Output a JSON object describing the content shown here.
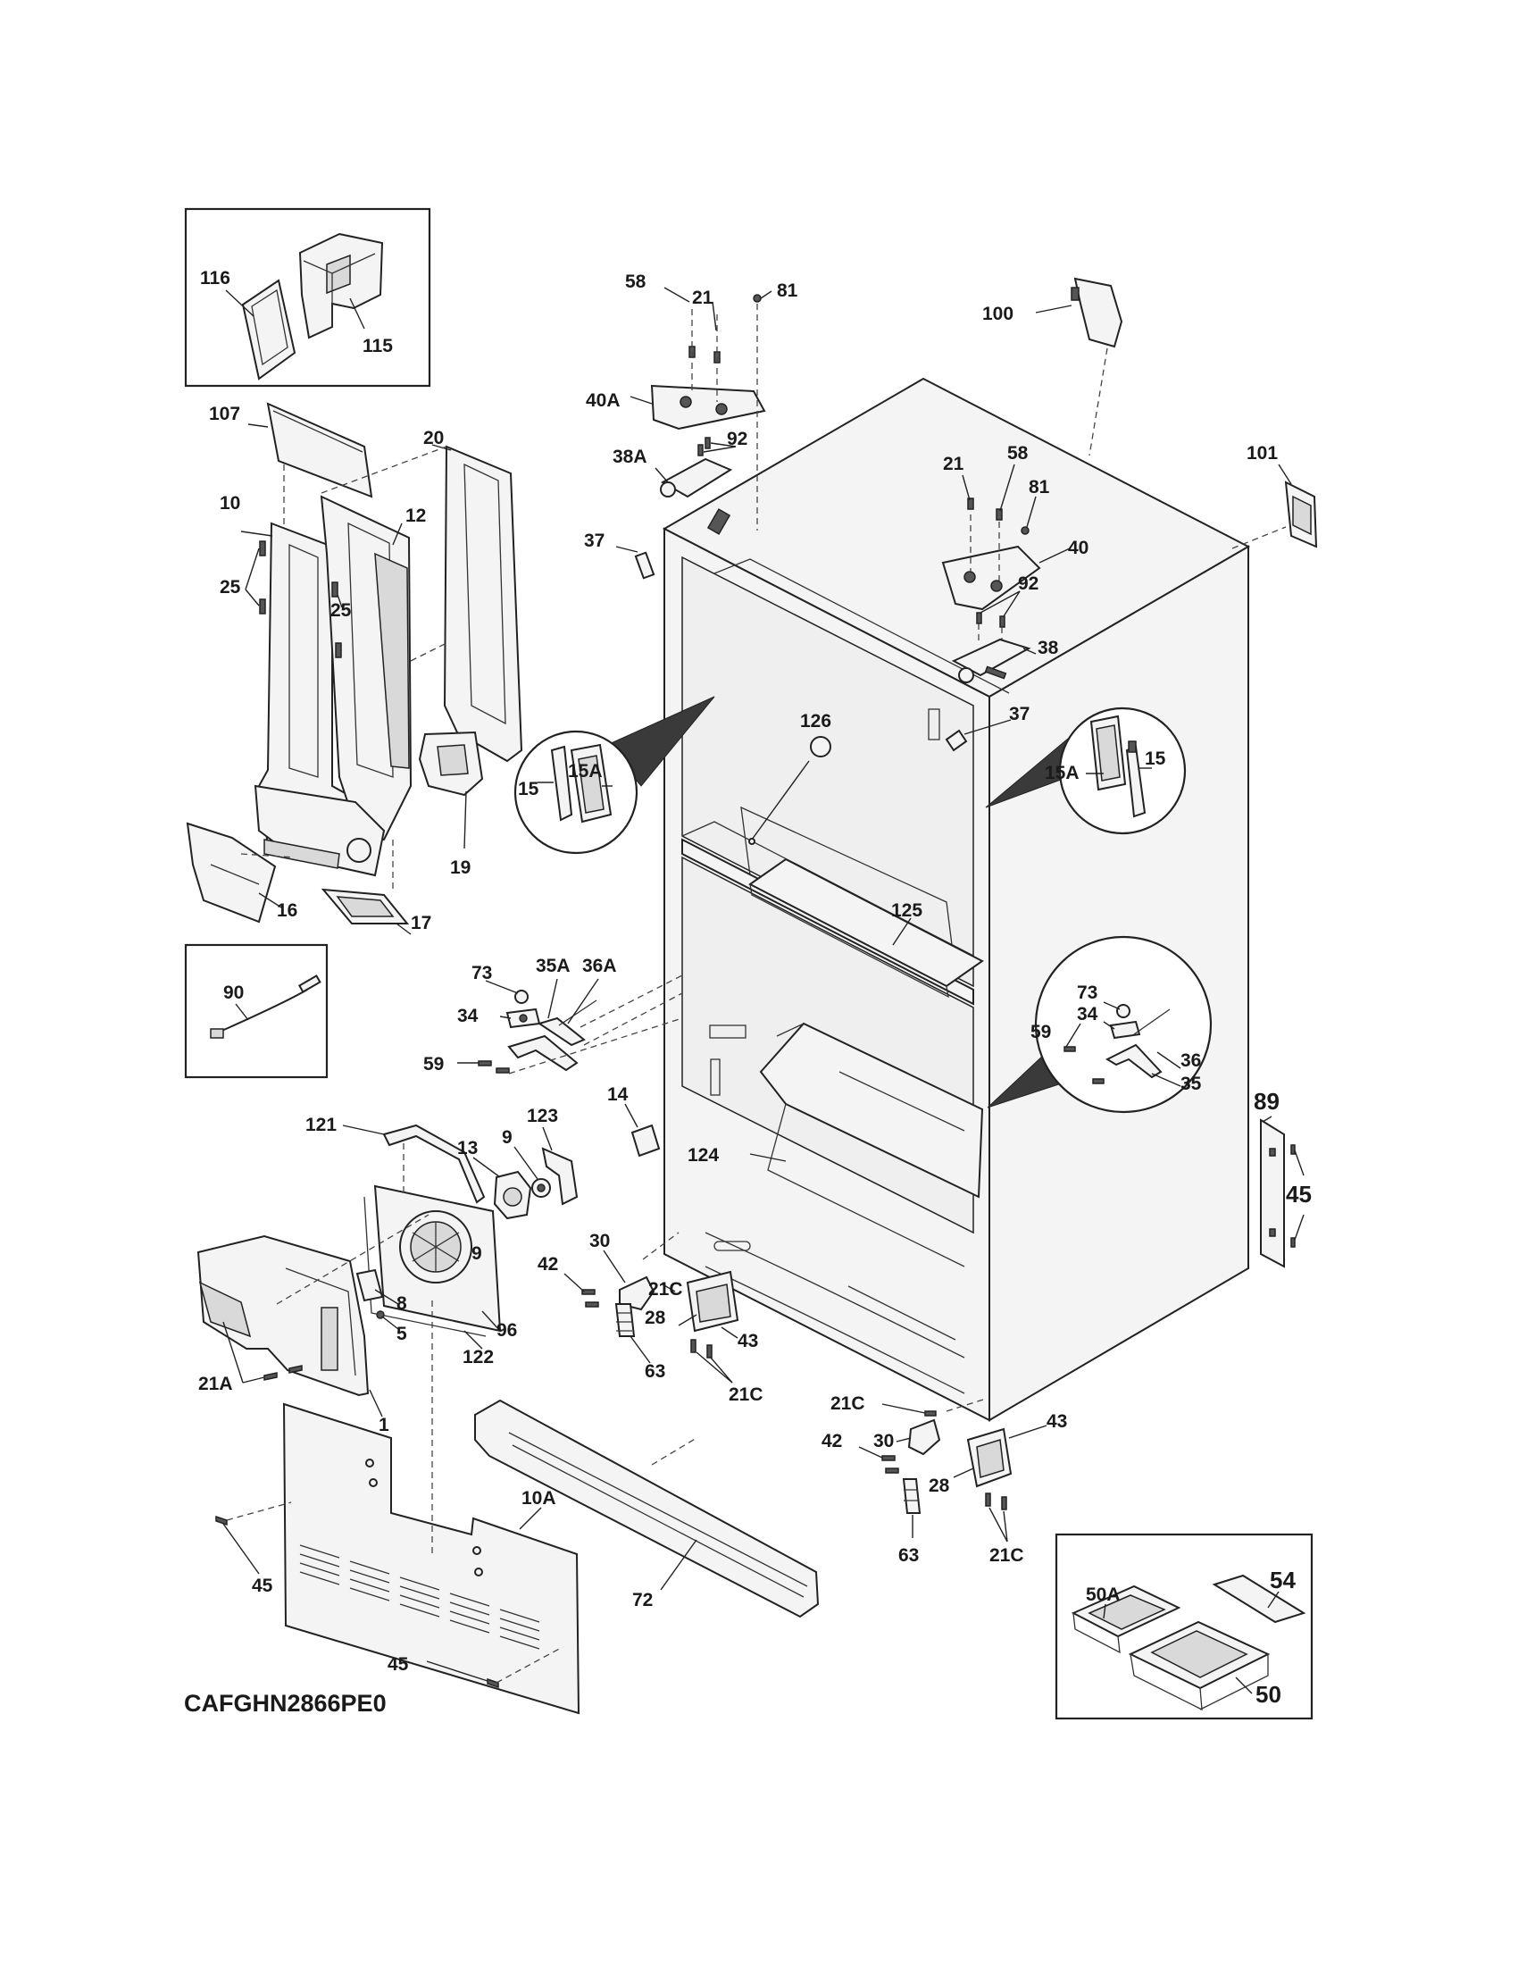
{
  "model": "CAFGHN2866PE0",
  "labels": {
    "l116": "116",
    "l115": "115",
    "l107": "107",
    "l20": "20",
    "l10": "10",
    "l12": "12",
    "l25a": "25",
    "l25b": "25",
    "l19": "19",
    "l16": "16",
    "l17": "17",
    "l90": "90",
    "l58a": "58",
    "l21a": "21",
    "l81a": "81",
    "l40A": "40A",
    "l92a": "92",
    "l38A": "38A",
    "l37a": "37",
    "l100": "100",
    "l101": "101",
    "l21b": "21",
    "l58b": "58",
    "l81b": "81",
    "l40": "40",
    "l92b": "92",
    "l38": "38",
    "l37b": "37",
    "l126": "126",
    "l15a": "15",
    "l15Aa": "15A",
    "l15Ab": "15A",
    "l15b": "15",
    "l125": "125",
    "l73a": "73",
    "l35A": "35A",
    "l36A": "36A",
    "l34a": "34",
    "l59a": "59",
    "l73b": "73",
    "l34b": "34",
    "l59b": "59",
    "l36": "36",
    "l35": "35",
    "l89": "89",
    "l45a": "45",
    "l14": "14",
    "l124": "124",
    "l121": "121",
    "l13": "13",
    "l9a": "9",
    "l123": "123",
    "l9b": "9",
    "l30a": "30",
    "l42a": "42",
    "l21Ca": "21C",
    "l28a": "28",
    "l63a": "63",
    "l43a": "43",
    "l21Cb": "21C",
    "l8": "8",
    "l5": "5",
    "l96": "96",
    "l122": "122",
    "l21A": "21A",
    "l1": "1",
    "l21Cc": "21C",
    "l42b": "42",
    "l30b": "30",
    "l43b": "43",
    "l28b": "28",
    "l63b": "63",
    "l21Cd": "21C",
    "l10A": "10A",
    "l45b": "45",
    "l72": "72",
    "l45c": "45",
    "l50A": "50A",
    "l54": "54",
    "l50": "50"
  }
}
